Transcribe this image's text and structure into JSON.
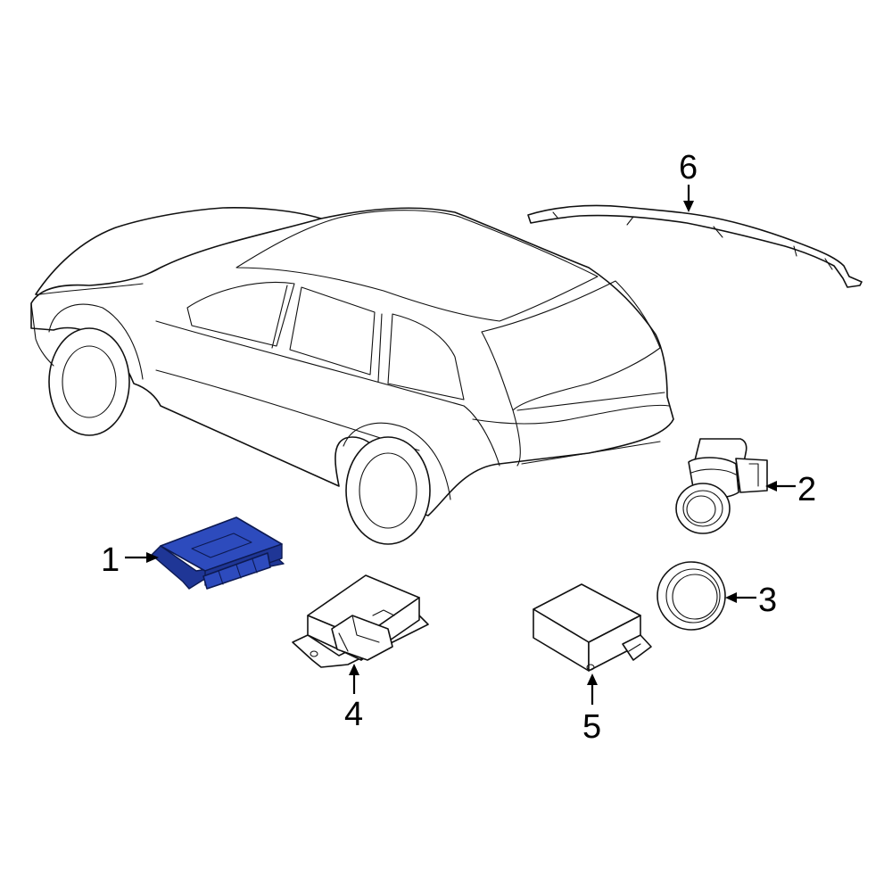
{
  "callouts": {
    "c1": "1",
    "c2": "2",
    "c3": "3",
    "c4": "4",
    "c5": "5",
    "c6": "6"
  },
  "colors": {
    "highlight": "#2d4bbd",
    "line": "#111111",
    "background": "#ffffff"
  }
}
